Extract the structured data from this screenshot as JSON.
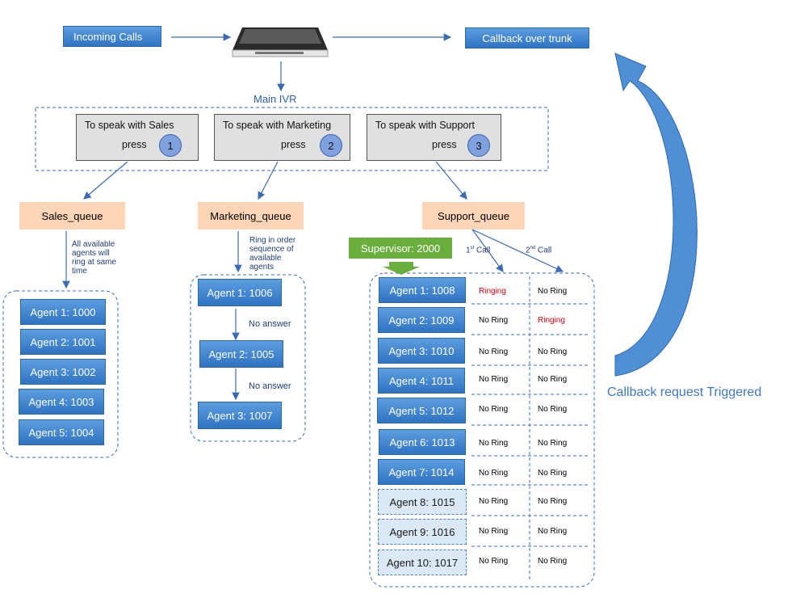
{
  "top": {
    "incoming": "Incoming Calls",
    "callback": "Callback over trunk",
    "device_icon": "pbx-appliance-icon"
  },
  "ivr": {
    "title": "Main IVR",
    "options": [
      {
        "text": "To speak with Sales",
        "press": "press",
        "num": "1"
      },
      {
        "text": "To speak with Marketing",
        "press": "press",
        "num": "2"
      },
      {
        "text": "To speak with Support",
        "press": "press",
        "num": "3"
      }
    ]
  },
  "queues": {
    "sales": "Sales_queue",
    "marketing": "Marketing_queue",
    "support": "Support_queue"
  },
  "sales_note": [
    "All available",
    "agents will",
    "ring at same",
    "time"
  ],
  "marketing_note": [
    "Ring in order",
    "sequence of",
    "available",
    "agents"
  ],
  "sales_agents": [
    "Agent 1: 1000",
    "Agent 2: 1001",
    "Agent 3: 1002",
    "Agent 4: 1003",
    "Agent 5: 1004"
  ],
  "marketing_agents": [
    "Agent 1: 1006",
    "Agent 2: 1005",
    "Agent 3: 1007"
  ],
  "no_answer": "No answer",
  "supervisor": "Supervisor: 2000",
  "calls": {
    "first_num": "1",
    "first_sup": "st",
    "first_word": "Call",
    "second_num": "2",
    "second_sup": "nd",
    "second_word": "Call"
  },
  "support_agents": [
    {
      "label": "Agent 1: 1008",
      "c1": "Ringing",
      "c2": "No Ring"
    },
    {
      "label": "Agent 2: 1009",
      "c1": "No Ring",
      "c2": "Ringing"
    },
    {
      "label": "Agent 3: 1010",
      "c1": "No Ring",
      "c2": "No Ring"
    },
    {
      "label": "Agent 4: 1011",
      "c1": "No Ring",
      "c2": "No Ring"
    },
    {
      "label": "Agent 5: 1012",
      "c1": "No Ring",
      "c2": "No Ring"
    },
    {
      "label": "Agent 6: 1013",
      "c1": "No Ring",
      "c2": "No Ring"
    },
    {
      "label": "Agent 7: 1014",
      "c1": "No Ring",
      "c2": "No Ring"
    },
    {
      "label": "Agent 8: 1015",
      "c1": "No Ring",
      "c2": "No Ring"
    },
    {
      "label": "Agent 9: 1016",
      "c1": "No Ring",
      "c2": "No Ring"
    },
    {
      "label": "Agent 10: 1017",
      "c1": "No Ring",
      "c2": "No Ring"
    }
  ],
  "callback_label": "Callback request Triggered",
  "colors": {
    "agent_blue": "#3c82d0",
    "queue_peach": "#fbd5b5",
    "ringing_red": "#e0000f",
    "supervisor_green": "#6aaf3d",
    "arrow_blue": "#3b74c9"
  }
}
